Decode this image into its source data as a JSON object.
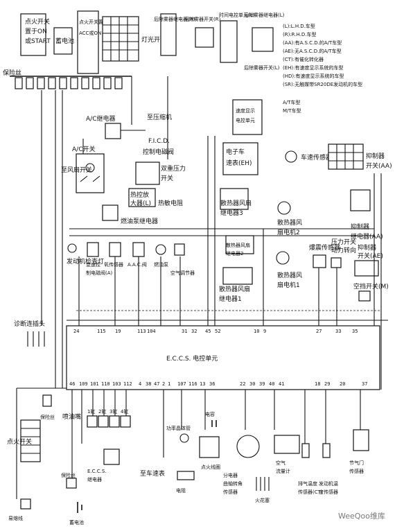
{
  "ecu": {
    "title": "E.C.C.S. 电控单元",
    "top_pins": [
      "24",
      "115",
      "19",
      "113",
      "104",
      "31",
      "32",
      "45",
      "52",
      "10",
      "9",
      "27",
      "33",
      "35"
    ],
    "bottom_pins": [
      "46",
      "109",
      "101",
      "110",
      "103",
      "112",
      "4",
      "38",
      "47",
      "2",
      "1",
      "107",
      "116",
      "13",
      "36",
      "22",
      "30",
      "39",
      "40",
      "41",
      "18",
      "29",
      "20",
      "37"
    ]
  },
  "ignition_top": {
    "l1": "点火开关",
    "l2": "置于ON",
    "l3": "或START"
  },
  "ignition_acc": {
    "l1": "点火开关置于",
    "l2": "ACC或ON"
  },
  "battery_top": "蓄电池",
  "fuse_block": "保险丝",
  "lamp_switch": "灯光开关",
  "rear_fog_relay": "后除雾器继电器(R)",
  "rear_fog_switch_r": "后除雾器开关(R)",
  "timer_unit": "时间电控单元(L)",
  "rear_fog_relay_l": "后除雾器继电器(L)",
  "rear_fog_switch_l": "后除雾器开关(L)",
  "ac_relay": "A/C继电器",
  "to_compressor": "至压缩机",
  "ficd": "F.I.C.D.",
  "control_valve": "控制电磁阀",
  "ac_switch": "A/C开关",
  "to_fan_switch": "至风扇开关",
  "dual_pressure": {
    "l1": "双重压力",
    "l2": "开关"
  },
  "thermo_amp": {
    "l1": "热控放",
    "l2": "大器(L)"
  },
  "thermistor": "热敏电阻",
  "fuel_pump_relay": "燃油泵继电器",
  "display_unit": {
    "l1": "速度显示",
    "l2": "电控单元"
  },
  "speedo_unit": {
    "l1": "电子车",
    "l2": "速表(EH)"
  },
  "speed_sensor": "车速传感器",
  "radiator_relay3": {
    "l1": "散热器风扇",
    "l2": "继电器3"
  },
  "radiator_relay2": {
    "l1": "散热器风扇",
    "l2": "继电器2"
  },
  "radiator_relay1": {
    "l1": "散热器风扇",
    "l2": "继电器1"
  },
  "radiator_motor2": {
    "l1": "散热器风",
    "l2": "扇电机2"
  },
  "radiator_motor1": {
    "l1": "散热器风",
    "l2": "扇电机1"
  },
  "knock_sensor": "爆震传感器",
  "power_steering": {
    "l1": "动力转向",
    "l2": "压力开关"
  },
  "inhibitor_switch": {
    "l1": "抑制器",
    "l2": "开关(AA)"
  },
  "inhibitor_relay": {
    "l1": "抑制器",
    "l2": "继电器(AA)"
  },
  "inhibitor_switch_ae": {
    "l1": "抑制器",
    "l2": "开关(AE)"
  },
  "neutral_switch": "空挡开关(M)",
  "legend": {
    "col1": [
      "(L):L.H.D.车型",
      "(R):R.H.D.车型",
      "(AA):有A.S.C.D.的A/T车型",
      "(AE):无A.S.C.D.的A/T车型",
      "(CT):有催化转化器",
      "(EH):有速度显示系统的车型",
      "(HD):有速度显示系统的车型",
      "(SR):无触媒带SR20DE发动机的车型"
    ],
    "col2": [
      "A/T车型",
      "M/T车型"
    ]
  },
  "check_lamp": "发动机检查灯",
  "idle_valve": {
    "l1": "怠速控",
    "l2": "制电磁阀(A)"
  },
  "o2_sensor": "氧传感器",
  "aac_valve": "A.A.C.阀",
  "fuel_pump": "燃油泵",
  "air_regulator": "空气调节器",
  "diag_connector": "诊断连插头",
  "fuse_bottom": "保险丝",
  "injector": "喷油嘴",
  "cylinders": [
    "1缸",
    "2缸",
    "3缸",
    "4缸"
  ],
  "ignition_switch_bottom": "点火开关",
  "eccs_relay": {
    "l1": "E.C.C.S.",
    "l2": "继电器"
  },
  "fuse_small": "保险丝",
  "fusible_link": "易熔线",
  "battery_bottom": "蓄电池",
  "to_tacho": "至车速表",
  "resistor": "电阻",
  "power_transistor": "功率晶体管",
  "capacitor": "电容",
  "ignition_coil": "点火线圈",
  "distributor": {
    "l1": "分电器",
    "l2": "曲轴转角",
    "l3": "传感器"
  },
  "spark_plug": "火花塞",
  "airflow": {
    "l1": "空气",
    "l2": "流量计"
  },
  "exhaust_temp": {
    "l1": "排气温度",
    "l2": "传感器(CT)"
  },
  "coolant_temp": {
    "l1": "发动机温",
    "l2": "度传感器"
  },
  "throttle": {
    "l1": "节气门",
    "l2": "传感器"
  },
  "watermark": "WeeQoo维库"
}
